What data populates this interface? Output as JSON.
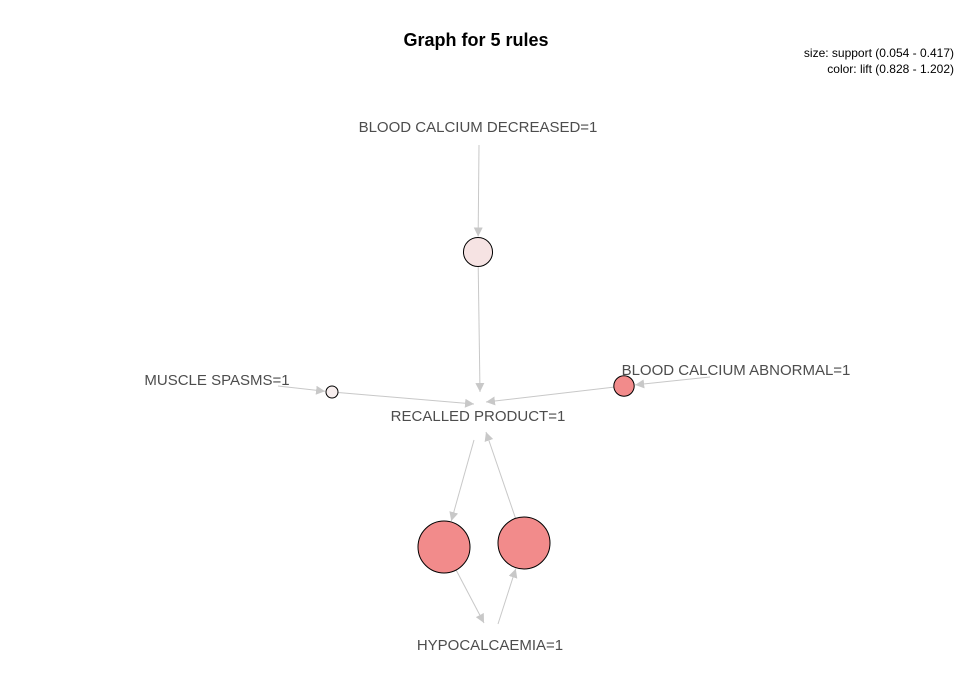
{
  "title": "Graph for 5 rules",
  "legend": {
    "size_text": "size: support (0.054 - 0.417)",
    "color_text": "color: lift (0.828 - 1.202)"
  },
  "colors": {
    "edge": "#c8c8c8",
    "label": "#4d4d4d",
    "node_stroke": "#000000",
    "lift_low": "#f7eeee",
    "lift_high": "#f28b8b"
  },
  "items": [
    {
      "id": "blood_calcium_decreased",
      "label": "BLOOD CALCIUM DECREASED=1"
    },
    {
      "id": "muscle_spasms",
      "label": "MUSCLE SPASMS=1"
    },
    {
      "id": "blood_calcium_abnormal",
      "label": "BLOOD CALCIUM ABNORMAL=1"
    },
    {
      "id": "recalled_product",
      "label": "RECALLED PRODUCT=1"
    },
    {
      "id": "hypocalcaemia",
      "label": "HYPOCALCAEMIA=1"
    }
  ],
  "rules": [
    {
      "id": "rule-1",
      "lhs": "blood_calcium_decreased",
      "rhs": "recalled_product",
      "support": 0.12,
      "lift": 0.87
    },
    {
      "id": "rule-2",
      "lhs": "muscle_spasms",
      "rhs": "recalled_product",
      "support": 0.054,
      "lift": 0.828
    },
    {
      "id": "rule-3",
      "lhs": "blood_calcium_abnormal",
      "rhs": "recalled_product",
      "support": 0.07,
      "lift": 1.202
    },
    {
      "id": "rule-4",
      "lhs": "recalled_product",
      "rhs": "hypocalcaemia",
      "support": 0.417,
      "lift": 1.202
    },
    {
      "id": "rule-5",
      "lhs": "hypocalcaemia",
      "rhs": "recalled_product",
      "support": 0.417,
      "lift": 1.202
    }
  ]
}
